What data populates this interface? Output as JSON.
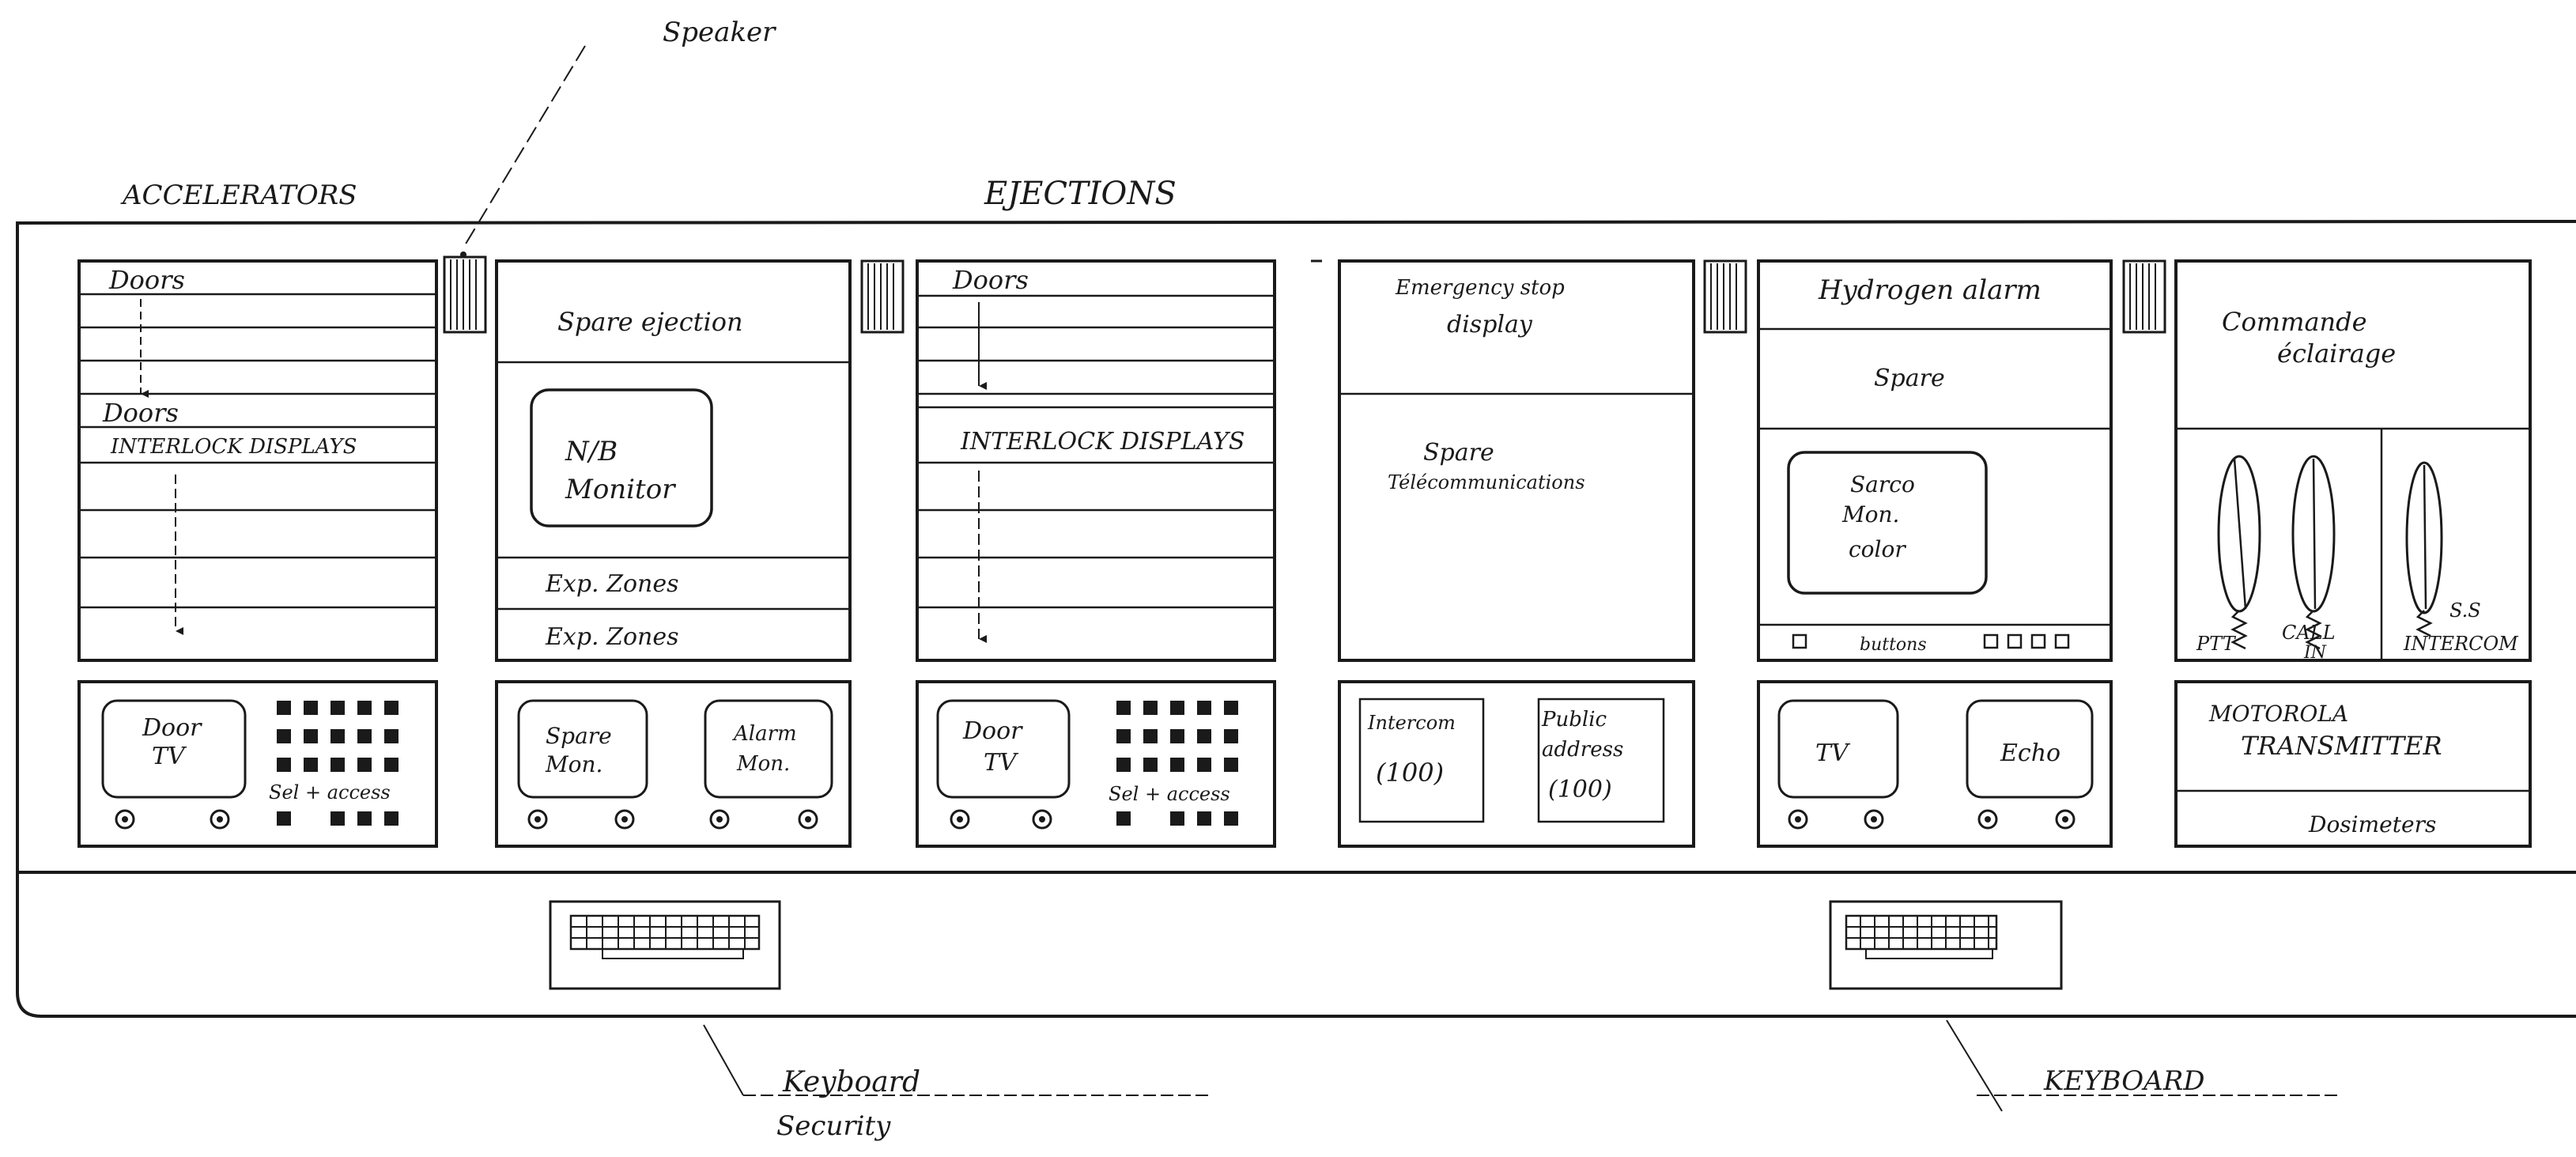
{
  "labels": {
    "speaker": "Speaker",
    "accelerators": "ACCELERATORS",
    "ejections": "EJECTIONS",
    "keyboard_security_1": "Keyboard",
    "keyboard_security_2": "Security",
    "keyboard": "KEYBOARD"
  },
  "panel1": {
    "doors_1": "Doors",
    "doors_2": "Doors",
    "interlock": "INTERLOCK DISPLAYS",
    "door_tv_1": "Door",
    "door_tv_2": "TV",
    "sel_access": "Sel + access"
  },
  "panel2": {
    "spare_ejection": "Spare ejection",
    "nb_1": "N/B",
    "nb_2": "Monitor",
    "exp_zones_1": "Exp. Zones",
    "exp_zones_2": "Exp. Zones",
    "spare_mon_1": "Spare",
    "spare_mon_2": "Mon.",
    "alarm_mon_1": "Alarm",
    "alarm_mon_2": "Mon."
  },
  "panel3": {
    "doors": "Doors",
    "interlock": "INTERLOCK DISPLAYS",
    "door_tv_1": "Door",
    "door_tv_2": "TV",
    "sel_access": "Sel + access"
  },
  "panel4": {
    "emergency_1": "Emergency stop",
    "emergency_2": "display",
    "spare_1": "Spare",
    "spare_2": "Télécommunications",
    "intercom_1": "Intercom",
    "intercom_2": "(100)",
    "public_1": "Public",
    "public_2": "address",
    "public_3": "(100)"
  },
  "panel5": {
    "hydrogen": "Hydrogen alarm",
    "spare": "Spare",
    "sarco_1": "Sarco",
    "sarco_2": "Mon.",
    "sarco_3": "color",
    "buttons": "buttons",
    "tv": "TV",
    "echo": "Echo"
  },
  "panel6": {
    "commande_1": "Commande",
    "commande_2": "éclairage",
    "ptt": "PTT",
    "call_in_1": "CALL",
    "call_in_2": "IN",
    "intercom": "INTERCOM",
    "num": "S.S",
    "motorola_1": "MOTOROLA",
    "motorola_2": "TRANSMITTER",
    "dosimeters": "Dosimeters"
  }
}
